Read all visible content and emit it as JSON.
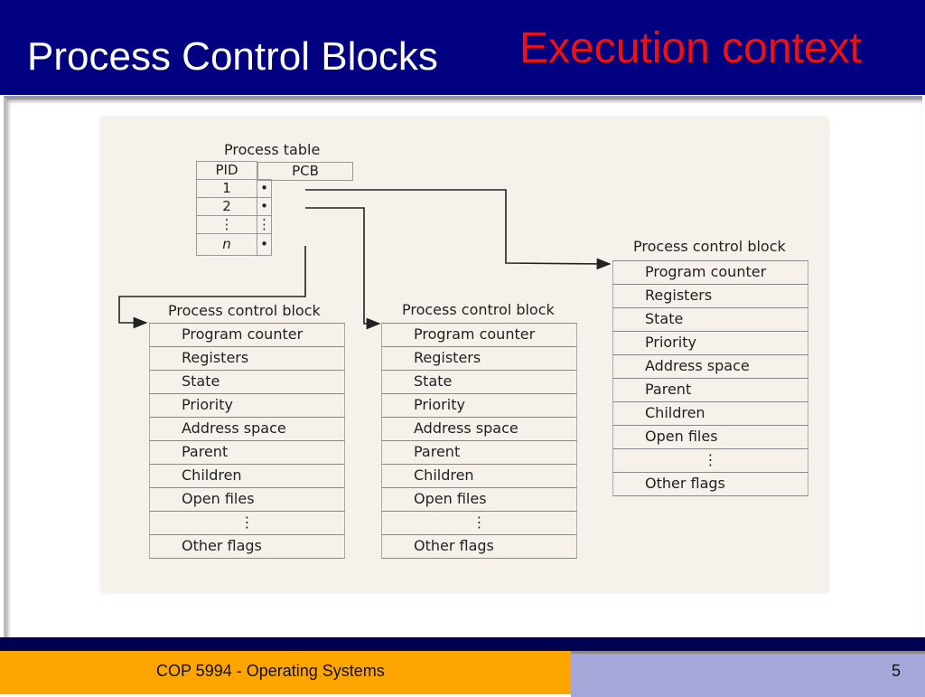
{
  "header": {
    "title": "Process Control Blocks",
    "subtitle": "Execution context"
  },
  "diagram": {
    "process_table": {
      "title": "Process table",
      "columns": [
        "PID",
        "PCB"
      ],
      "rows": [
        {
          "pid": "1",
          "pcb": "•"
        },
        {
          "pid": "2",
          "pcb": "•"
        },
        {
          "pid": "⋮",
          "pcb": "⋮"
        },
        {
          "pid": "n",
          "pcb": "•"
        }
      ]
    },
    "pcb_title": "Process control block",
    "pcb_fields": [
      "Program counter",
      "Registers",
      "State",
      "Priority",
      "Address space",
      "Parent",
      "Children",
      "Open files",
      "⋮",
      "Other flags"
    ]
  },
  "footer": {
    "course": "COP 5994 - Operating Systems",
    "page": "5"
  }
}
